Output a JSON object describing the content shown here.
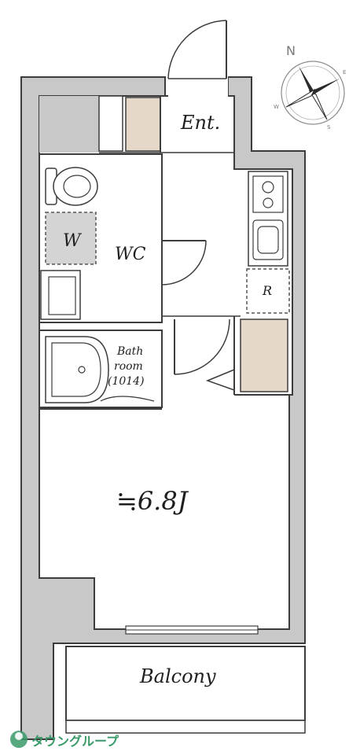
{
  "rooms": {
    "entrance": "Ent.",
    "wc": "WC",
    "washer": "W",
    "fridge": "R",
    "bath_line1": "Bath",
    "bath_line2": "room",
    "bath_line3": "(1014)",
    "living": "≒6.8J",
    "balcony": "Balcony"
  },
  "compass": {
    "north": "N",
    "east": "E",
    "south": "S",
    "west": "W"
  },
  "logo": {
    "text": "タウングループ"
  },
  "colors": {
    "wall": "#c8c8c8",
    "outline": "#3c3c3c",
    "closet": "#e6d8c8",
    "washer": "#d4d4d4",
    "logo": "#3a9a6a"
  }
}
